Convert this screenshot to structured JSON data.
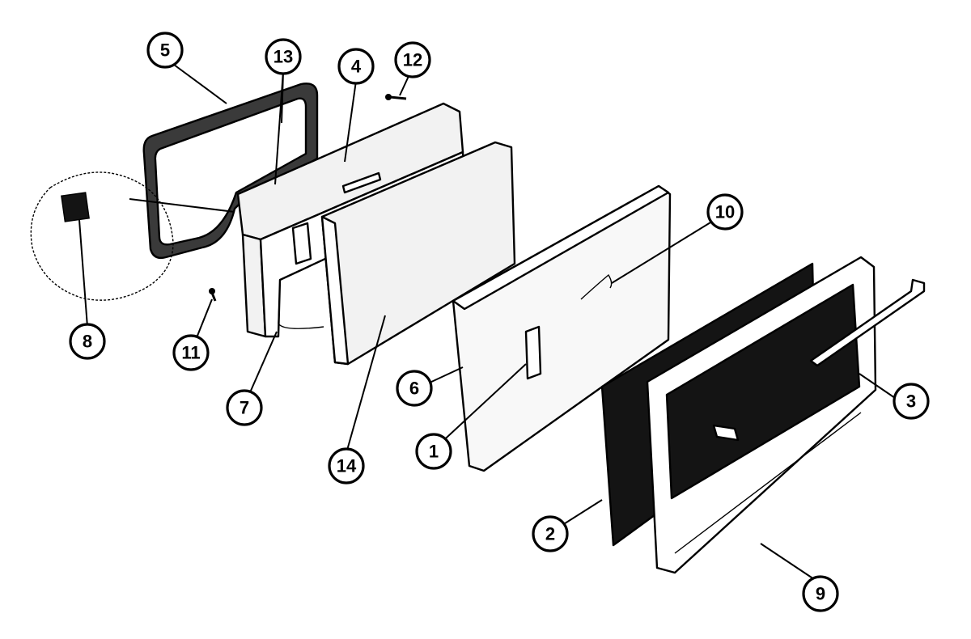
{
  "diagram": {
    "callouts": [
      {
        "id": "1",
        "label": "1"
      },
      {
        "id": "2",
        "label": "2"
      },
      {
        "id": "3",
        "label": "3"
      },
      {
        "id": "4",
        "label": "4"
      },
      {
        "id": "5",
        "label": "5"
      },
      {
        "id": "6",
        "label": "6"
      },
      {
        "id": "7",
        "label": "7"
      },
      {
        "id": "8",
        "label": "8"
      },
      {
        "id": "9",
        "label": "9"
      },
      {
        "id": "10",
        "label": "10"
      },
      {
        "id": "11",
        "label": "11"
      },
      {
        "id": "12",
        "label": "12"
      },
      {
        "id": "13",
        "label": "13"
      },
      {
        "id": "14",
        "label": "14"
      }
    ],
    "colors": {
      "ink": "#000000",
      "paper": "#ffffff",
      "panel_fill": "#f2f2f2",
      "glass_fill": "#141414",
      "gasket_fill": "#3a3a3a"
    }
  }
}
